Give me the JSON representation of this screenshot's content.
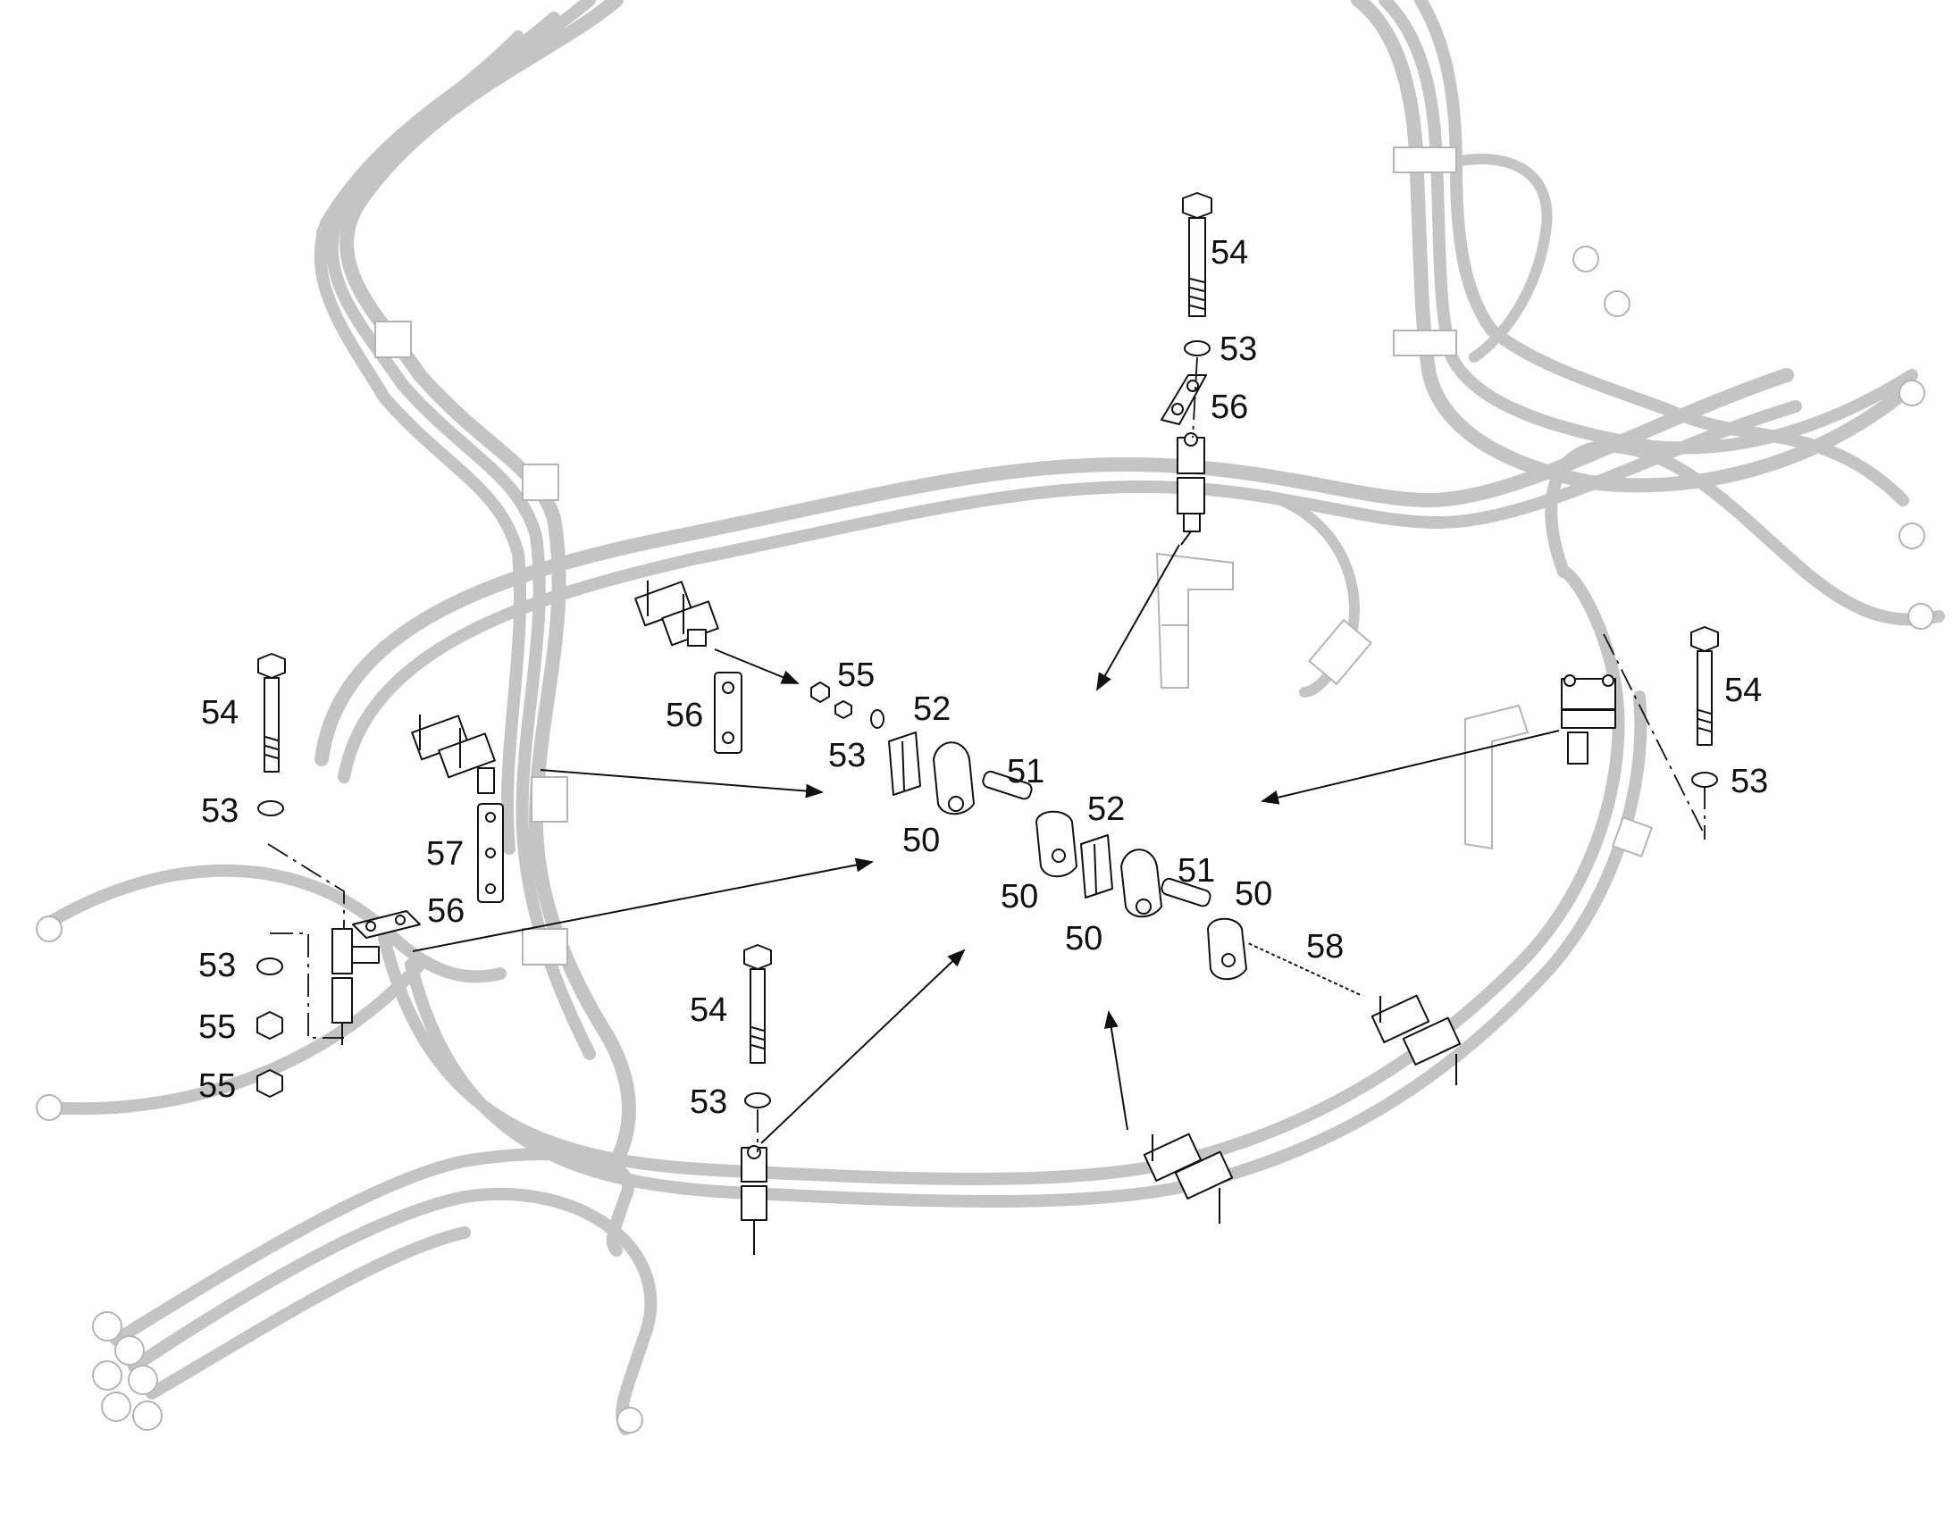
{
  "callouts": [
    {
      "id": "c54a",
      "label": "54"
    },
    {
      "id": "c53a",
      "label": "53"
    },
    {
      "id": "c56a",
      "label": "56"
    },
    {
      "id": "c55a",
      "label": "55"
    },
    {
      "id": "c52a",
      "label": "52"
    },
    {
      "id": "c53b",
      "label": "53"
    },
    {
      "id": "c56b",
      "label": "56"
    },
    {
      "id": "c51a",
      "label": "51"
    },
    {
      "id": "c50a",
      "label": "50"
    },
    {
      "id": "c52b",
      "label": "52"
    },
    {
      "id": "c50b",
      "label": "50"
    },
    {
      "id": "c51b",
      "label": "51"
    },
    {
      "id": "c50c",
      "label": "50"
    },
    {
      "id": "c50d",
      "label": "50"
    },
    {
      "id": "c58a",
      "label": "58"
    },
    {
      "id": "c54b",
      "label": "54"
    },
    {
      "id": "c53c",
      "label": "53"
    },
    {
      "id": "c57a",
      "label": "57"
    },
    {
      "id": "c56c",
      "label": "56"
    },
    {
      "id": "c53d",
      "label": "53"
    },
    {
      "id": "c55b",
      "label": "55"
    },
    {
      "id": "c55c",
      "label": "55"
    },
    {
      "id": "c54c",
      "label": "54"
    },
    {
      "id": "c53e",
      "label": "53"
    },
    {
      "id": "c54d",
      "label": "54"
    },
    {
      "id": "c53f",
      "label": "53"
    }
  ]
}
